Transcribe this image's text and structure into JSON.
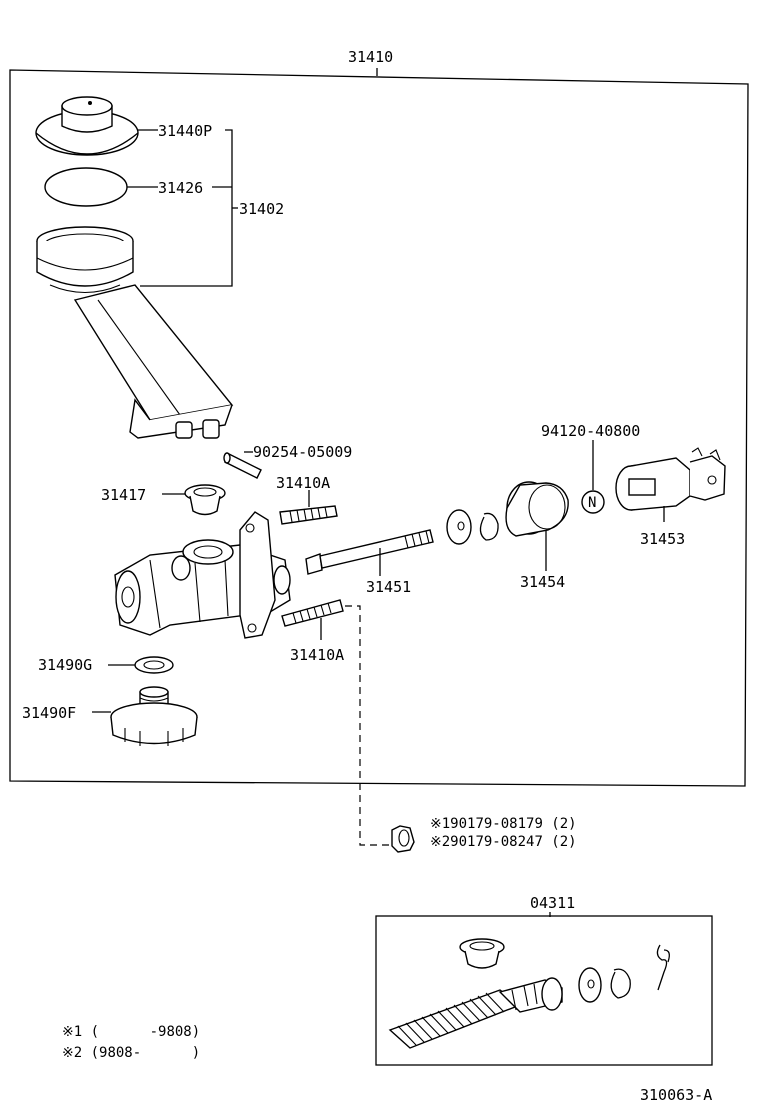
{
  "assembly_label": "31410",
  "parts": {
    "p31440P": "31440P",
    "p31426": "31426",
    "p31402": "31402",
    "p90254": "90254-05009",
    "p31410A_top": "31410A",
    "p31417": "31417",
    "p94120": "94120-40800",
    "p31453": "31453",
    "p31451": "31451",
    "p31454": "31454",
    "p31410A_bottom": "31410A",
    "p31490G": "31490G",
    "p31490F": "31490F",
    "n_marker": "N"
  },
  "nut_labels": {
    "line1": "※190179-08179 (2)",
    "line2": "※290179-08247 (2)"
  },
  "kit_label": "04311",
  "footnotes": {
    "note1": "※1 (      -9808)",
    "note2": "※2 (9808-      )"
  },
  "diagram_code": "310063-A"
}
